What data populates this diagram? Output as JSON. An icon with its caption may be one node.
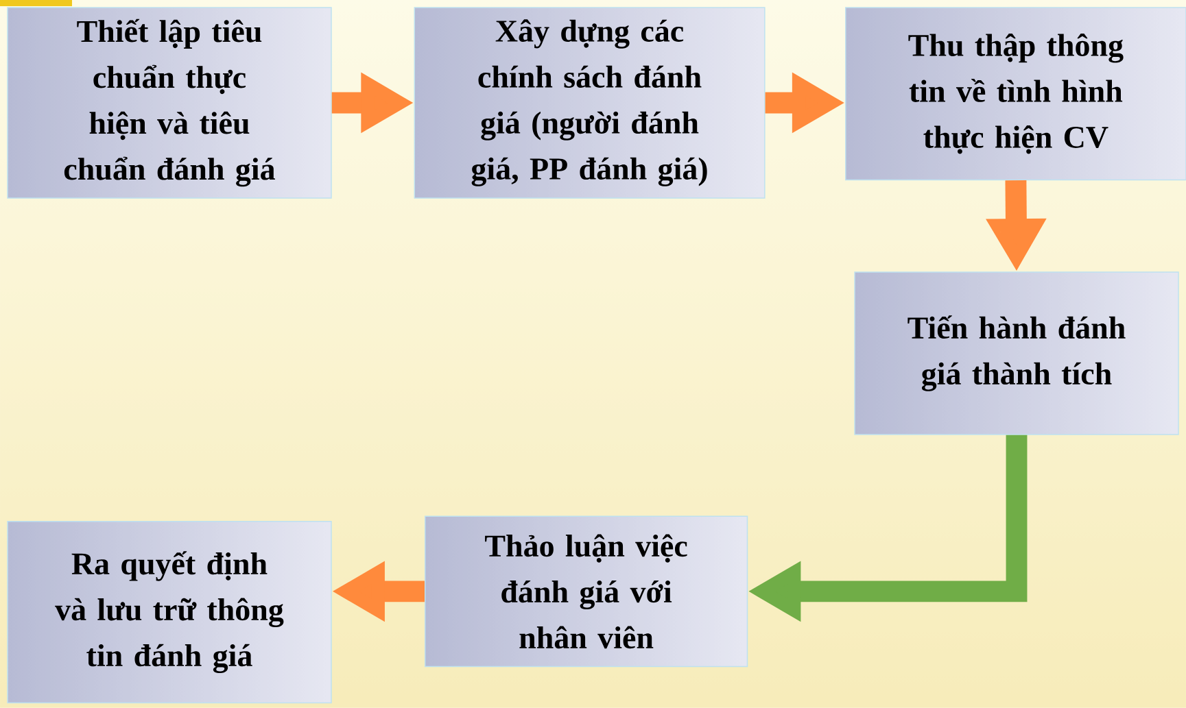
{
  "diagram": {
    "nodes": [
      {
        "text": [
          "Thiết lập tiêu chuẩn thực hiện và tiêu chuẩn đánh giá"
        ]
      },
      {
        "text": [
          "Xây dựng các chính sách đánh giá (người đánh giá, PP đánh giá)"
        ]
      },
      {
        "text": [
          "Thu thập thông tin về tình hình thực hiện CV"
        ]
      },
      {
        "text": [
          "Tiến hành đánh giá thành tích"
        ]
      },
      {
        "text": [
          "Thảo luận việc đánh giá với nhân viên"
        ]
      },
      {
        "text": [
          "Ra quyết định và lưu trữ thông tin đánh giá"
        ]
      }
    ],
    "edges": [
      {
        "from": 0,
        "to": 1,
        "arrow": "to"
      },
      {
        "from": 1,
        "to": 2,
        "arrow": "to"
      },
      {
        "from": 2,
        "to": 3,
        "arrow": "to"
      },
      {
        "from": 3,
        "to": 4,
        "arrow": "to",
        "color": "#70ad47"
      },
      {
        "from": 4,
        "to": 5,
        "arrow": "to"
      }
    ]
  }
}
